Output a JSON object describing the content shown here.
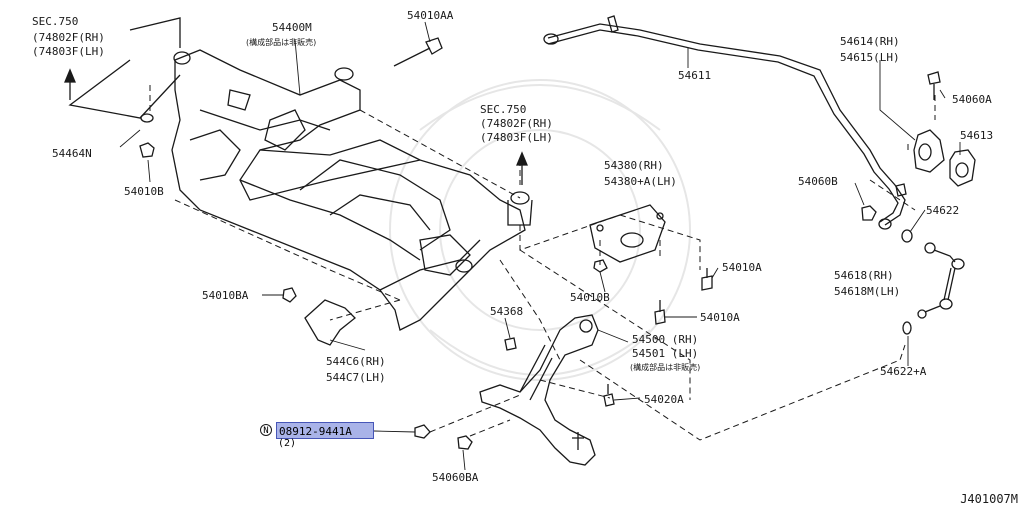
{
  "labels": {
    "sec_left": "SEC.750",
    "sec_left_rh": "(74802F(RH)",
    "sec_left_lh": "(74803F(LH)",
    "member": "54400M",
    "member_note": "(構成部品は非販売)",
    "bolt_aa": "54010AA",
    "bar": "54611",
    "link_rh": "54614(RH)",
    "link_lh": "54615(LH)",
    "bolt_60a": "54060A",
    "bushing": "54613",
    "washer_n": "54464N",
    "nut_b_left": "54010B",
    "sec_mid": "SEC.750",
    "sec_mid_rh": "(74802F(RH)",
    "sec_mid_lh": "(74803F(LH)",
    "nut_60b": "54060B",
    "washer_622": "54622",
    "bracket_rh": "54380(RH)",
    "bracket_lh": "54380+A(LH)",
    "bolt_10a_1": "54010A",
    "nut_b_mid": "54010B",
    "stab_rh": "54618(RH)",
    "stab_lh": "54618M(LH)",
    "nut_ba": "54010BA",
    "bolt_10a_2": "54010A",
    "bolt_368": "54368",
    "arm_rh": "54500 (RH)",
    "arm_lh": "54501 (LH)",
    "arm_note": "(構成部品は非販売)",
    "washer_622a": "54622+A",
    "plate_rh": "544C6(RH)",
    "plate_lh": "544C7(LH)",
    "bolt_20a": "54020A",
    "part_number": "08912-9441A",
    "n_marker": "N",
    "quantity": "(2)",
    "nut_60ba": "54060BA",
    "diagram_ref": "J401007M"
  },
  "highlight_color": "#a9b3e8"
}
